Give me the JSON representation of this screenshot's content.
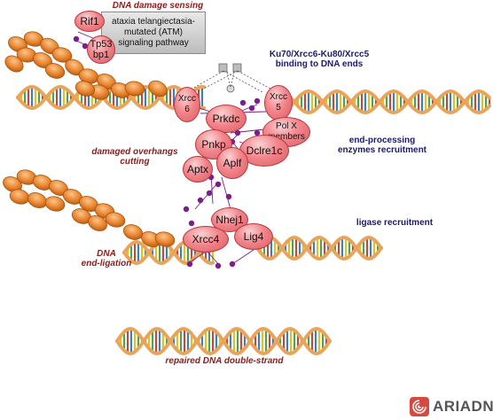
{
  "labels": {
    "dna_damage_sensing": "DNA damage sensing",
    "ku_binding": "Ku70/Xrcc6-Ku80/Xrcc5\nbinding to DNA ends",
    "end_processing": "end-processing\nenzymes recruitment",
    "damaged_overhangs": "damaged overhangs\ncutting",
    "ligase_recruitment": "ligase recruitment",
    "dna_end_ligation": "DNA\nend-ligation",
    "repaired_dna": "repaired DNA double-strand"
  },
  "atm_box": "ataxia telangiectasia-\nmutated (ATM)\nsignaling pathway",
  "proteins": {
    "rif1": "Rif1",
    "tp53bp1": "Tp53\nbp1",
    "xrcc6": "Xrcc\n6",
    "xrcc5": "Xrcc\n5",
    "prkdc": "Prkdc",
    "polx": "Pol X\nmembers",
    "pnkp": "Pnkp",
    "dclre1c": "Dclre1c",
    "aplf": "Aplf",
    "aptx": "Aptx",
    "nhej1": "Nhej1",
    "xrcc4": "Xrcc4",
    "lig4": "Lig4"
  },
  "logo": "ARIADNE",
  "colors": {
    "protein_fill": "#ef7a80",
    "protein_border": "#b43a40",
    "dna_backbone": "#e8a45a",
    "histone": "#e8842e",
    "interaction_dot": "#7b1d8c",
    "label_red": "#8b1c1c",
    "label_blue": "#1a1a6e"
  }
}
